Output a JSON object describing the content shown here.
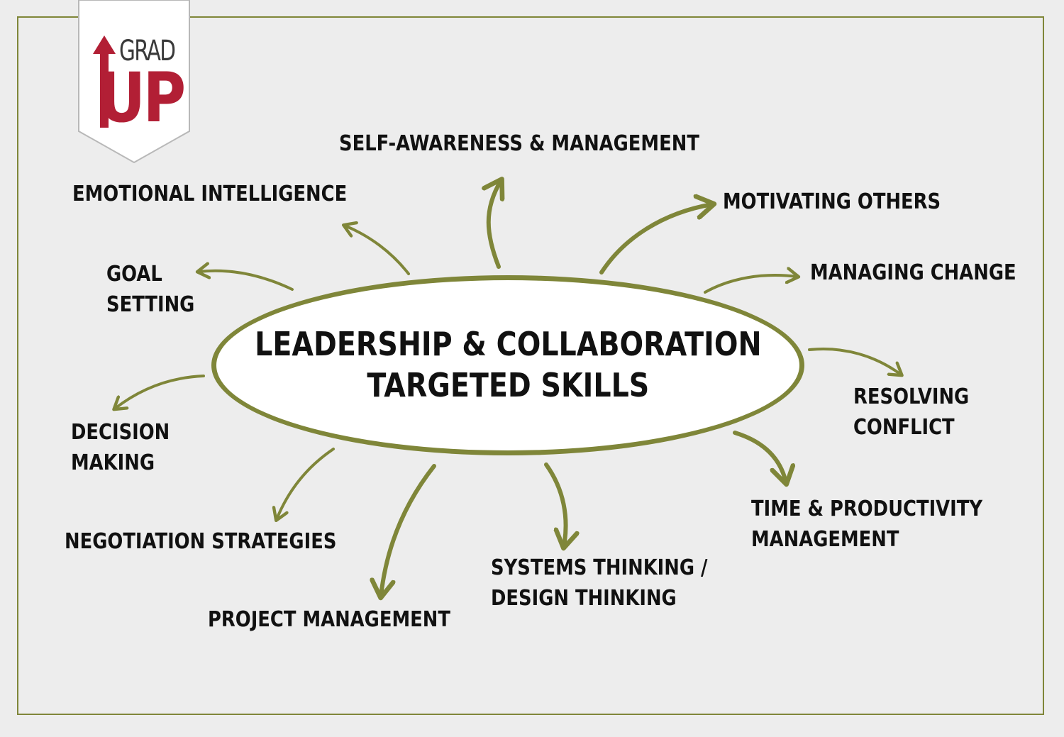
{
  "logo": {
    "line1": "GRAD",
    "line2": "UP",
    "red": "#b21f35"
  },
  "colors": {
    "frame": "#7f8639",
    "arrow": "#7f8639",
    "background": "#ededed"
  },
  "hub": {
    "line1": "LEADERSHIP & COLLABORATION",
    "line2": "TARGETED SKILLS"
  },
  "skills": {
    "self_awareness": [
      "SELF-AWARENESS & MANAGEMENT"
    ],
    "emotional_intelligence": [
      "EMOTIONAL INTELLIGENCE"
    ],
    "motivating_others": [
      "MOTIVATING OTHERS"
    ],
    "managing_change": [
      "MANAGING CHANGE"
    ],
    "goal_setting": [
      "GOAL",
      "SETTING"
    ],
    "resolving_conflict": [
      "RESOLVING",
      "CONFLICT"
    ],
    "decision_making": [
      "DECISION",
      "MAKING"
    ],
    "time_productivity": [
      "TIME & PRODUCTIVITY",
      "MANAGEMENT"
    ],
    "negotiation": [
      "NEGOTIATION STRATEGIES"
    ],
    "systems_thinking": [
      "SYSTEMS THINKING /",
      "DESIGN THINKING"
    ],
    "project_management": [
      "PROJECT MANAGEMENT"
    ]
  }
}
